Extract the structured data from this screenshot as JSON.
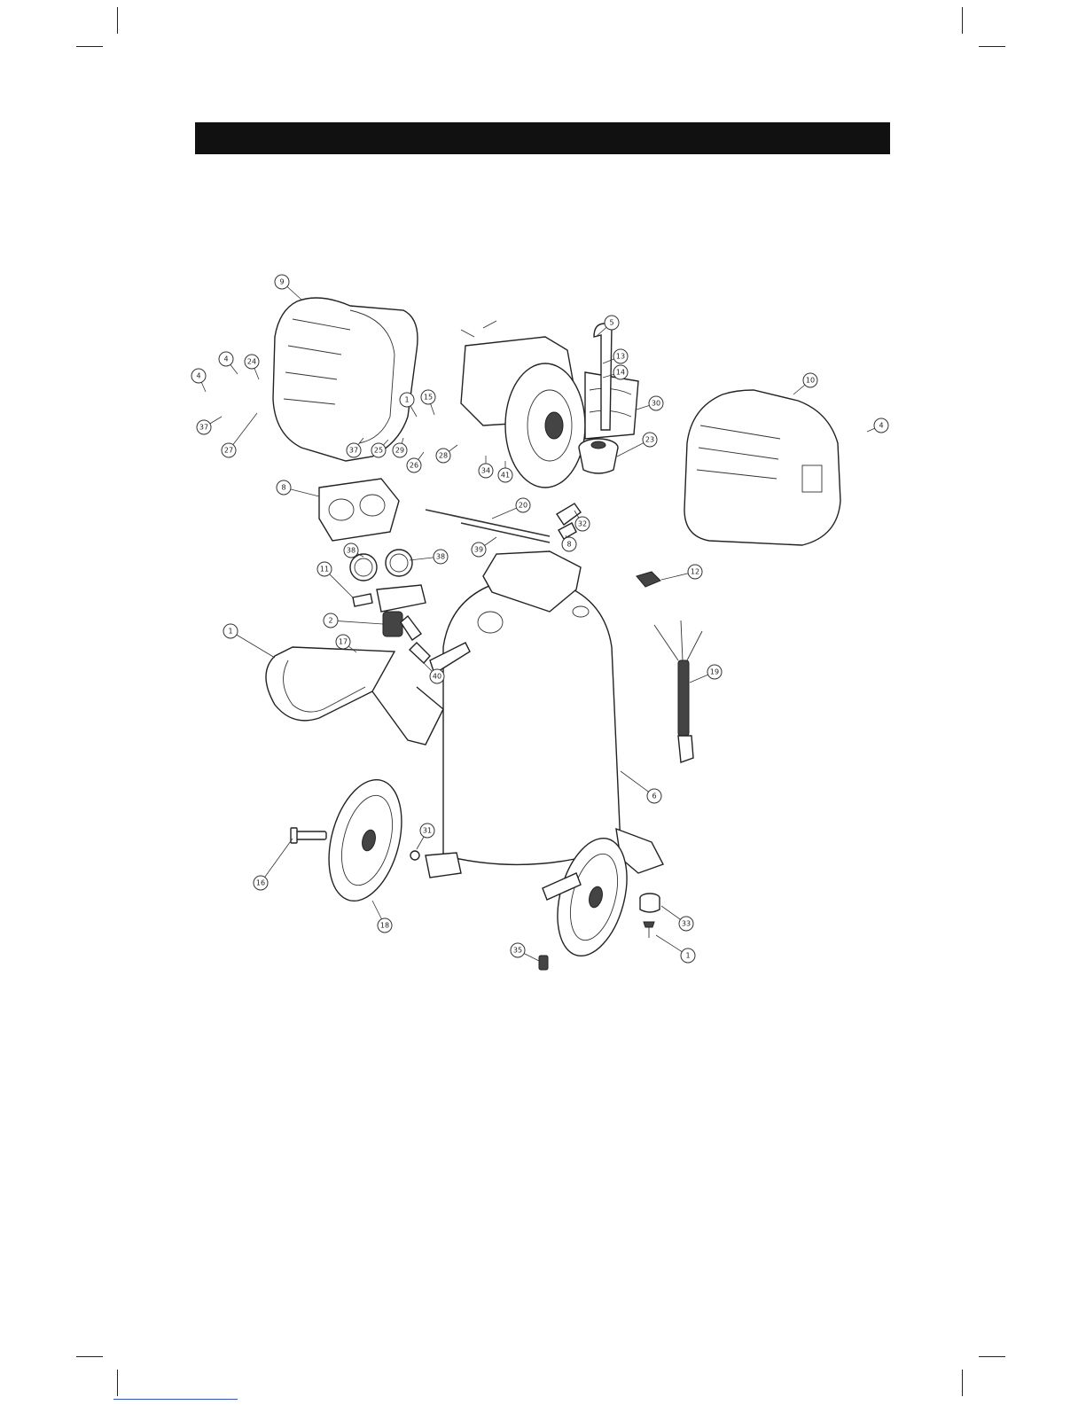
{
  "header": {
    "title": ""
  },
  "callouts": [
    {
      "id": "c9",
      "label": "9"
    },
    {
      "id": "c5",
      "label": "5"
    },
    {
      "id": "c13",
      "label": "13"
    },
    {
      "id": "c14",
      "label": "14"
    },
    {
      "id": "c4a",
      "label": "4"
    },
    {
      "id": "c24",
      "label": "24"
    },
    {
      "id": "c4b",
      "label": "4"
    },
    {
      "id": "c37a",
      "label": "37"
    },
    {
      "id": "c27",
      "label": "27"
    },
    {
      "id": "c1a",
      "label": "1"
    },
    {
      "id": "c15",
      "label": "15"
    },
    {
      "id": "c30",
      "label": "30"
    },
    {
      "id": "c10",
      "label": "10"
    },
    {
      "id": "c4c",
      "label": "4"
    },
    {
      "id": "c23",
      "label": "23"
    },
    {
      "id": "c37b",
      "label": "37"
    },
    {
      "id": "c25",
      "label": "25"
    },
    {
      "id": "c29",
      "label": "29"
    },
    {
      "id": "c26",
      "label": "26"
    },
    {
      "id": "c28",
      "label": "28"
    },
    {
      "id": "c34",
      "label": "34"
    },
    {
      "id": "c41",
      "label": "41"
    },
    {
      "id": "c20",
      "label": "20"
    },
    {
      "id": "c32",
      "label": "32"
    },
    {
      "id": "c8a",
      "label": "8"
    },
    {
      "id": "c8b",
      "label": "8"
    },
    {
      "id": "c39",
      "label": "39"
    },
    {
      "id": "c38a",
      "label": "38"
    },
    {
      "id": "c38b",
      "label": "38"
    },
    {
      "id": "c11",
      "label": "11"
    },
    {
      "id": "c12",
      "label": "12"
    },
    {
      "id": "c2",
      "label": "2"
    },
    {
      "id": "c1b",
      "label": "1"
    },
    {
      "id": "c17",
      "label": "17"
    },
    {
      "id": "c40",
      "label": "40"
    },
    {
      "id": "c19",
      "label": "19"
    },
    {
      "id": "c6",
      "label": "6"
    },
    {
      "id": "c31",
      "label": "31"
    },
    {
      "id": "c16",
      "label": "16"
    },
    {
      "id": "c18",
      "label": "18"
    },
    {
      "id": "c33",
      "label": "33"
    },
    {
      "id": "c35",
      "label": "35"
    },
    {
      "id": "c1c",
      "label": "1"
    }
  ]
}
